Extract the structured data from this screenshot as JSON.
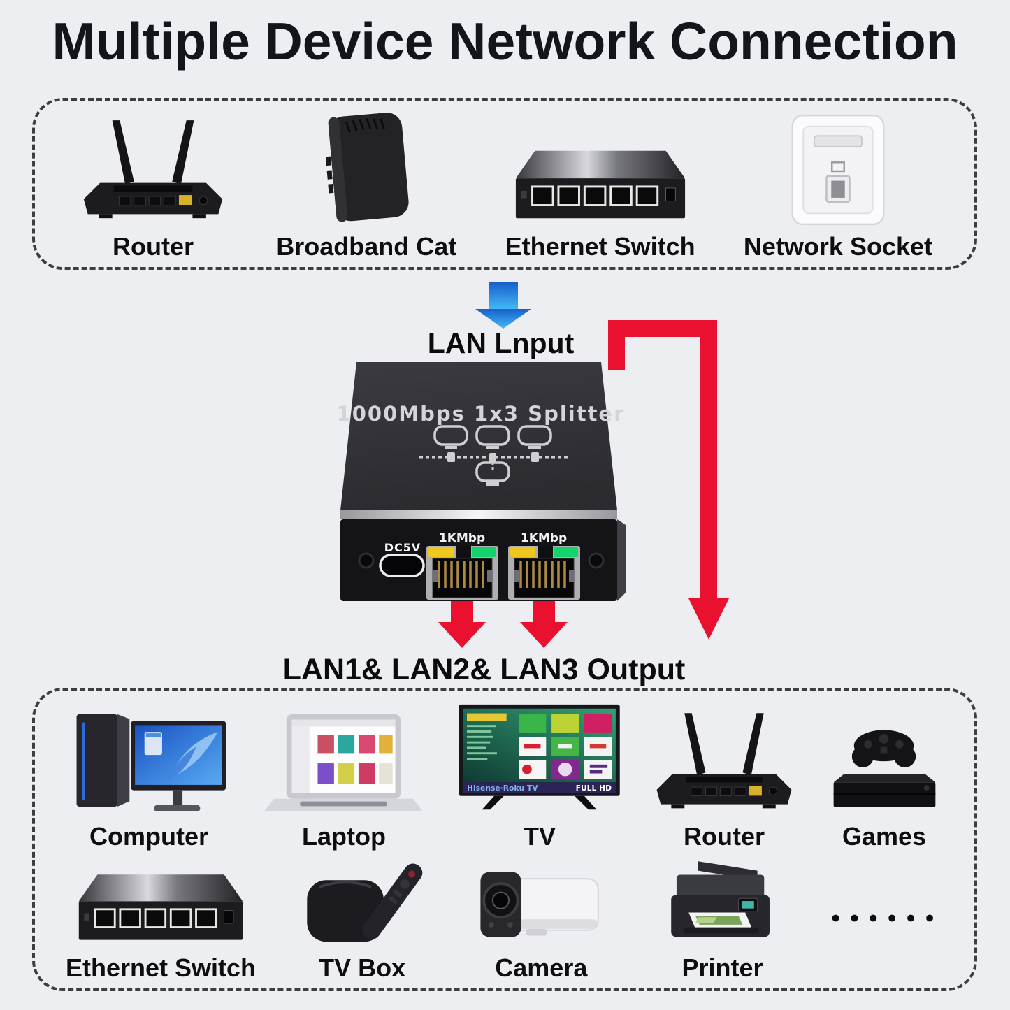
{
  "page": {
    "title": "Multiple Device Network Connection",
    "background_color": "#edeef2",
    "arrow_red": "#ea1130",
    "arrow_blue": "#2f9df2"
  },
  "flow": {
    "input_label": "LAN Lnput",
    "output_label": "LAN1& LAN2& LAN3 Output"
  },
  "input_section": {
    "devices": [
      {
        "label": "Router"
      },
      {
        "label": "Broadband Cat"
      },
      {
        "label": "Ethernet Switch"
      },
      {
        "label": "Network Socket"
      }
    ]
  },
  "splitter": {
    "top_print": "1000Mbps 1x3 Splitter",
    "power_label": "DC5V",
    "ports": [
      "1KMbp",
      "1KMbp"
    ]
  },
  "tv_screen": {
    "brand": "Hisense·Roku TV",
    "badge": "FULL HD"
  },
  "output_section": {
    "row1": [
      {
        "label": "Computer"
      },
      {
        "label": "Laptop"
      },
      {
        "label": "TV"
      },
      {
        "label": "Router"
      },
      {
        "label": "Games"
      }
    ],
    "row2": [
      {
        "label": "Ethernet Switch"
      },
      {
        "label": "TV Box"
      },
      {
        "label": "Camera"
      },
      {
        "label": "Printer"
      },
      {
        "label": "●●●●●●"
      }
    ]
  }
}
